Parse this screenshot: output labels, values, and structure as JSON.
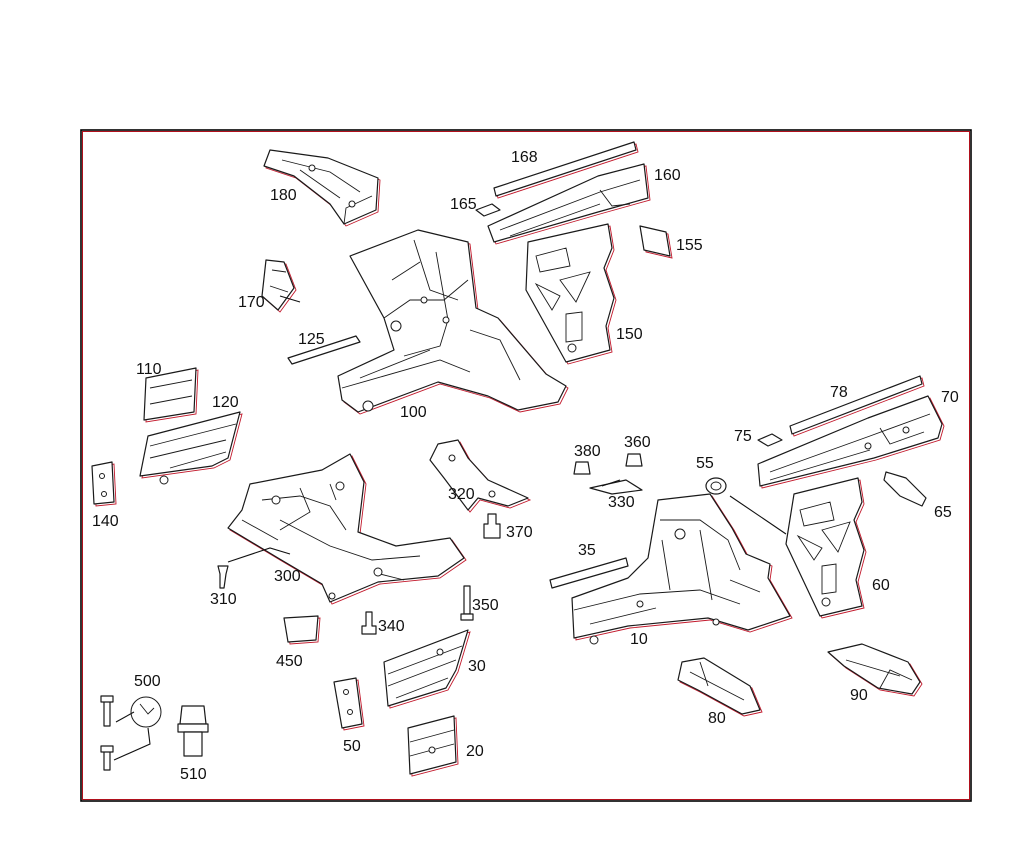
{
  "diagram": {
    "labels": {
      "p10": "10",
      "p20": "20",
      "p30": "30",
      "p35": "35",
      "p50": "50",
      "p55": "55",
      "p60": "60",
      "p65": "65",
      "p70": "70",
      "p75": "75",
      "p78": "78",
      "p80": "80",
      "p90": "90",
      "p100": "100",
      "p110": "110",
      "p120": "120",
      "p125": "125",
      "p140": "140",
      "p150": "150",
      "p155": "155",
      "p160": "160",
      "p165": "165",
      "p168": "168",
      "p170": "170",
      "p180": "180",
      "p300": "300",
      "p310": "310",
      "p320": "320",
      "p330": "330",
      "p340": "340",
      "p350": "350",
      "p360": "360",
      "p370": "370",
      "p380": "380",
      "p450": "450",
      "p500": "500",
      "p510": "510"
    },
    "colors": {
      "line": "#1a1a1a",
      "accent": "#c2182b",
      "frame": "#000000"
    }
  }
}
